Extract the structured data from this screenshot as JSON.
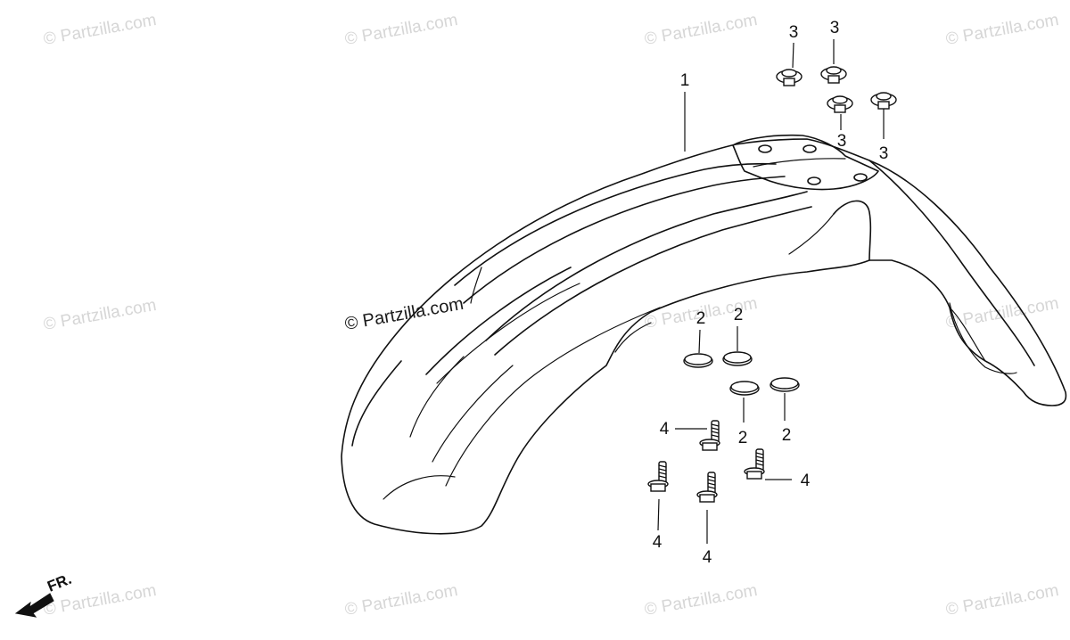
{
  "watermark": {
    "text": "© Partzilla.com",
    "center_text": "© Partzilla.com"
  },
  "direction": {
    "label": "FR."
  },
  "parts": {
    "fender": {
      "ref": "1"
    },
    "washers": [
      {
        "ref": "2"
      },
      {
        "ref": "2"
      },
      {
        "ref": "2"
      },
      {
        "ref": "2"
      }
    ],
    "grommets": [
      {
        "ref": "3"
      },
      {
        "ref": "3"
      },
      {
        "ref": "3"
      },
      {
        "ref": "3"
      }
    ],
    "bolts": [
      {
        "ref": "4"
      },
      {
        "ref": "4"
      },
      {
        "ref": "4"
      },
      {
        "ref": "4"
      }
    ]
  }
}
